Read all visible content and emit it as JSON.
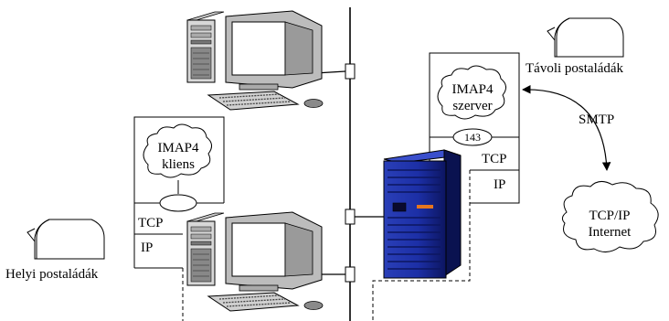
{
  "client_stack": {
    "app_label_line1": "IMAP4",
    "app_label_line2": "kliens",
    "tcp_label": "TCP",
    "ip_label": "IP"
  },
  "server_stack": {
    "app_label_line1": "IMAP4",
    "app_label_line2": "szerver",
    "port_label": "143",
    "tcp_label": "TCP",
    "ip_label": "IP"
  },
  "mailboxes": {
    "local_label": "Helyi postaládák",
    "remote_label": "Távoli postaládák"
  },
  "network": {
    "protocol_label": "SMTP",
    "cloud_line1": "TCP/IP",
    "cloud_line2": "Internet"
  }
}
